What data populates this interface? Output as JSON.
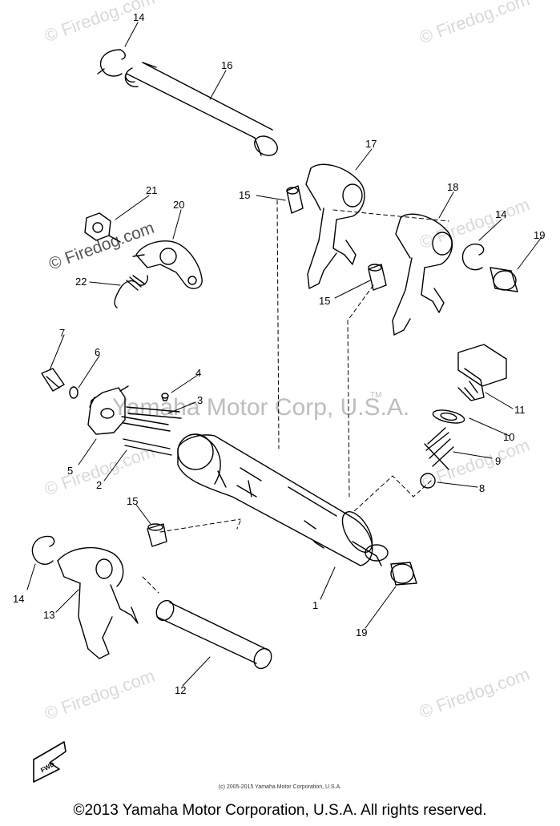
{
  "watermark": {
    "brand": "© Firedog.com",
    "center_text": "Yamaha Motor Corp, U.S.A.",
    "center_tm": "TM"
  },
  "diagram": {
    "callouts": [
      {
        "id": "c14a",
        "text": "14"
      },
      {
        "id": "c16",
        "text": "16"
      },
      {
        "id": "c17",
        "text": "17"
      },
      {
        "id": "c15a",
        "text": "15"
      },
      {
        "id": "c21",
        "text": "21"
      },
      {
        "id": "c20",
        "text": "20"
      },
      {
        "id": "c18",
        "text": "18"
      },
      {
        "id": "c14b",
        "text": "14"
      },
      {
        "id": "c19a",
        "text": "19"
      },
      {
        "id": "c22",
        "text": "22"
      },
      {
        "id": "c15b",
        "text": "15"
      },
      {
        "id": "c7",
        "text": "7"
      },
      {
        "id": "c6",
        "text": "6"
      },
      {
        "id": "c4",
        "text": "4"
      },
      {
        "id": "c3",
        "text": "3"
      },
      {
        "id": "c11",
        "text": "11"
      },
      {
        "id": "c10",
        "text": "10"
      },
      {
        "id": "c9",
        "text": "9"
      },
      {
        "id": "c5",
        "text": "5"
      },
      {
        "id": "c2",
        "text": "2"
      },
      {
        "id": "c8",
        "text": "8"
      },
      {
        "id": "c15c",
        "text": "15"
      },
      {
        "id": "c14c",
        "text": "14"
      },
      {
        "id": "c13",
        "text": "13"
      },
      {
        "id": "c1",
        "text": "1"
      },
      {
        "id": "c19b",
        "text": "19"
      },
      {
        "id": "c12",
        "text": "12"
      }
    ],
    "fwd_label": "FWD"
  },
  "copyright_small": "(c) 2005-2015 Yamaha Motor Corporation, U.S.A.",
  "footer": "©2013 Yamaha Motor Corporation, U.S.A. All rights reserved."
}
